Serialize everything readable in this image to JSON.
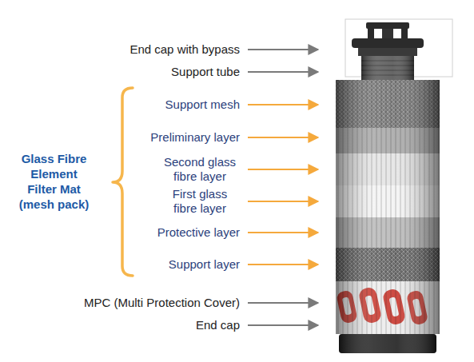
{
  "diagram": {
    "labels": [
      "End cap with bypass",
      "Support tube",
      "Glass Fibre Element Filter Mat (mesh pack)",
      "Support mesh",
      "Preliminary layer",
      "Second glass fibre layer",
      "First glass fibre layer",
      "Protective layer",
      "Support layer",
      "MPC (Multi Protection Cover)",
      "End cap"
    ]
  }
}
